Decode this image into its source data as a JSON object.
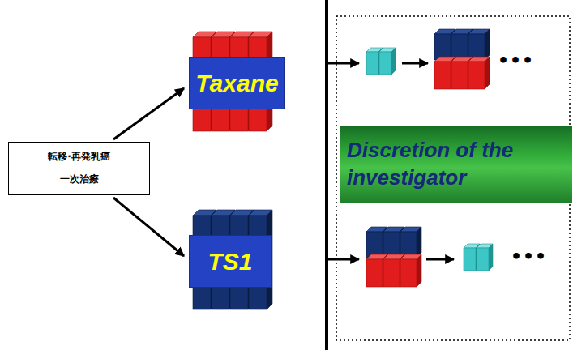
{
  "diagram": {
    "nodes": [
      {
        "text": [
          "転移·再発乳癌 一次治療"
        ]
      },
      {
        "text": [
          "Taxane"
        ]
      },
      {
        "text": [
          "TS1"
        ]
      },
      {
        "text": [
          "Discretion of the investigator"
        ]
      }
    ],
    "edges": [
      {
        "from": 0,
        "to": 1,
        "arrow": "to"
      },
      {
        "from": 0,
        "to": 2,
        "arrow": "to"
      }
    ],
    "labels": [
      "•••",
      "•••"
    ]
  }
}
